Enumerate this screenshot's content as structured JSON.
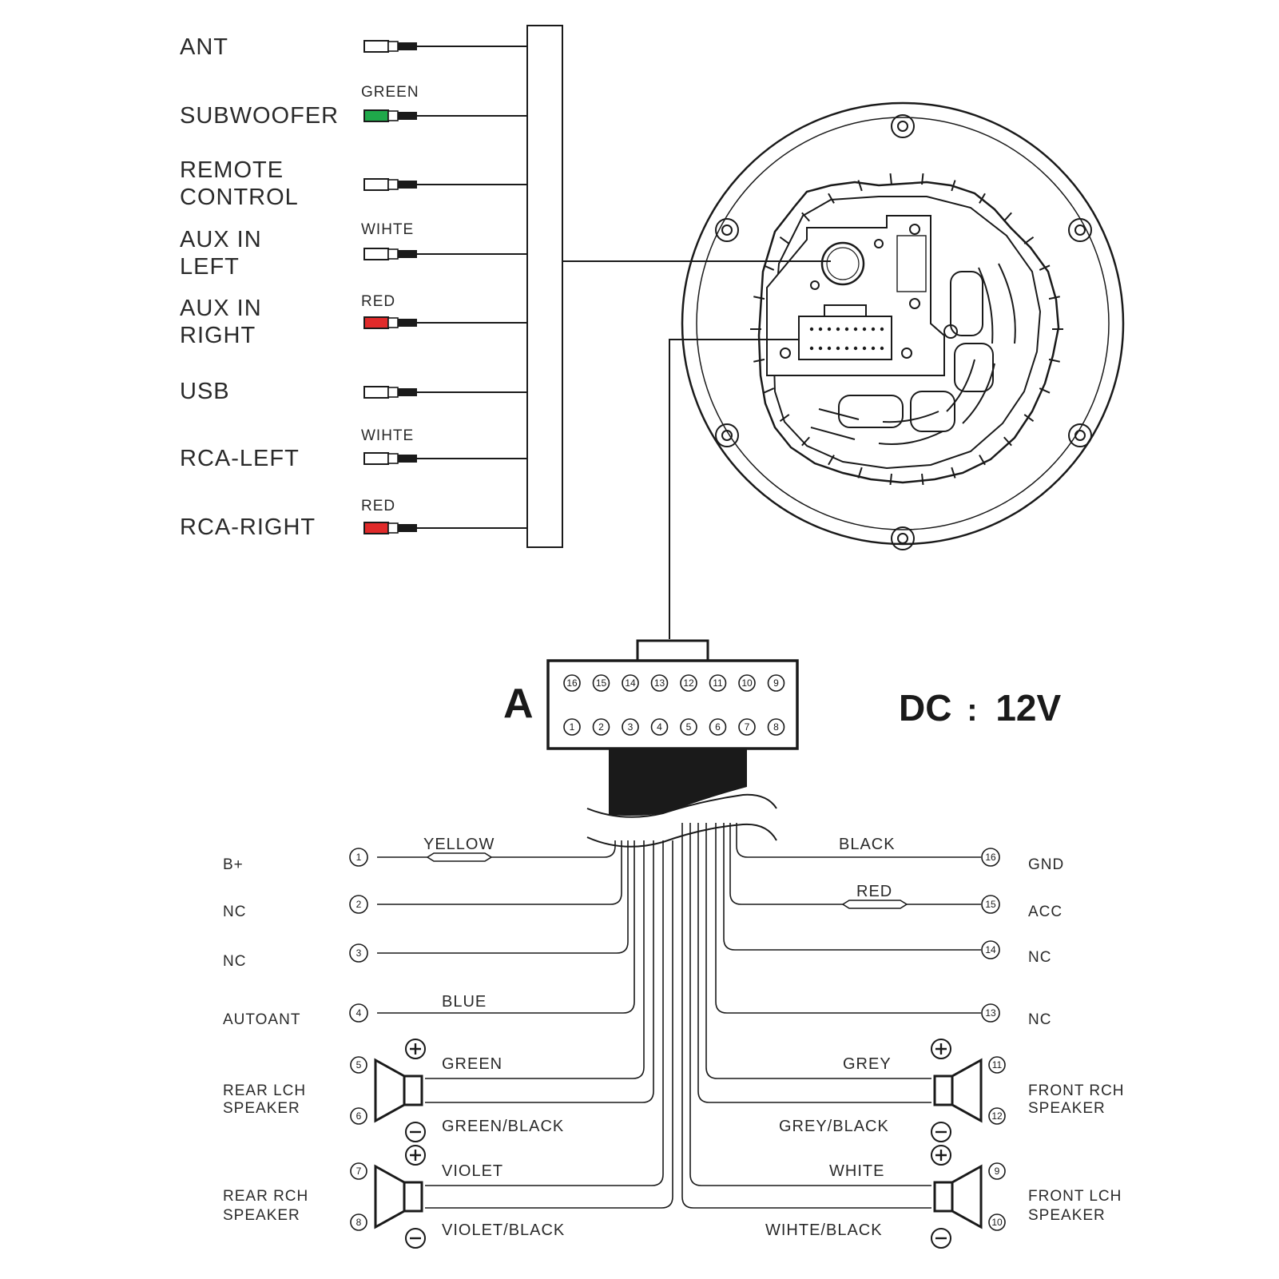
{
  "left_connectors": [
    {
      "label": "ANT",
      "color_label": "",
      "plug": "#ffffff"
    },
    {
      "label": "SUBWOOFER",
      "color_label": "GREEN",
      "plug": "#1fa84a"
    },
    {
      "label": "REMOTE",
      "label2": "CONTROL",
      "color_label": "",
      "plug": "#ffffff"
    },
    {
      "label": "AUX IN",
      "label2": "LEFT",
      "color_label": "WIHTE",
      "plug": "#ffffff"
    },
    {
      "label": "AUX IN",
      "label2": "RIGHT",
      "color_label": "RED",
      "plug": "#e02a2a"
    },
    {
      "label": "USB",
      "color_label": "",
      "plug": "#ffffff"
    },
    {
      "label": "RCA-LEFT",
      "color_label": "WIHTE",
      "plug": "#ffffff"
    },
    {
      "label": "RCA-RIGHT",
      "color_label": "RED",
      "plug": "#e02a2a"
    }
  ],
  "connector": {
    "label": "A",
    "top_pins": [
      "16",
      "15",
      "14",
      "13",
      "12",
      "11",
      "10",
      "9"
    ],
    "bottom_pins": [
      "1",
      "2",
      "3",
      "4",
      "5",
      "6",
      "7",
      "8"
    ]
  },
  "voltage": {
    "prefix": "DC",
    "sep": ":",
    "value": "12V"
  },
  "left_pins": [
    {
      "num": "1",
      "func": "B+",
      "wire": "YELLOW"
    },
    {
      "num": "2",
      "func": "NC",
      "wire": ""
    },
    {
      "num": "3",
      "func": "NC",
      "wire": ""
    },
    {
      "num": "4",
      "func": "AUTOANT",
      "wire": "BLUE"
    }
  ],
  "right_pins": [
    {
      "num": "16",
      "func": "GND",
      "wire": "BLACK"
    },
    {
      "num": "15",
      "func": "ACC",
      "wire": "RED"
    },
    {
      "num": "14",
      "func": "NC",
      "wire": ""
    },
    {
      "num": "13",
      "func": "NC",
      "wire": ""
    }
  ],
  "speakers": [
    {
      "side": "left",
      "line1": "REAR LCH",
      "line2": "SPEAKER",
      "plus_pin": "5",
      "minus_pin": "6",
      "plus_wire": "GREEN",
      "minus_wire": "GREEN/BLACK"
    },
    {
      "side": "left",
      "line1": "REAR RCH",
      "line2": "SPEAKER",
      "plus_pin": "7",
      "minus_pin": "8",
      "plus_wire": "VIOLET",
      "minus_wire": "VIOLET/BLACK"
    },
    {
      "side": "right",
      "line1": "FRONT RCH",
      "line2": "SPEAKER",
      "plus_pin": "11",
      "minus_pin": "12",
      "plus_wire": "GREY",
      "minus_wire": "GREY/BLACK"
    },
    {
      "side": "right",
      "line1": "FRONT LCH",
      "line2": "SPEAKER",
      "plus_pin": "9",
      "minus_pin": "10",
      "plus_wire": "WHITE",
      "minus_wire": "WIHTE/BLACK"
    }
  ],
  "symbols": {
    "plus": "+",
    "minus": "−"
  }
}
